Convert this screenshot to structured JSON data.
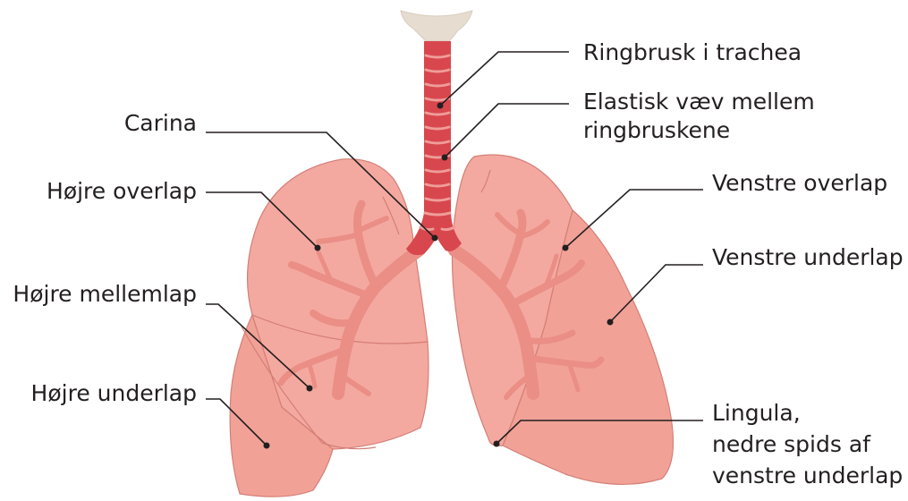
{
  "labels": {
    "ringbrusk": "Ringbrusk i trachea",
    "elastisk_1": "Elastisk væv mellem",
    "elastisk_2": "ringbruskene",
    "carina": "Carina",
    "hojre_overlap": "Højre overlap",
    "hojre_mellemlap": "Højre mellemlap",
    "hojre_underlap": "Højre underlap",
    "venstre_overlap": "Venstre overlap",
    "venstre_underlap": "Venstre underlap",
    "lingula_1": "Lingula,",
    "lingula_2": "nedre spids af",
    "lingula_3": "venstre underlap"
  },
  "colors": {
    "lung_fill": "#f4a9a0",
    "lung_lobe_alt": "#f2a197",
    "lung_outline": "#d37f76",
    "bronchi": "#ea8e86",
    "trachea": "#d8474d",
    "trachea_rings": "#ef9d9a",
    "larynx": "#e6dccf",
    "text": "#231f20"
  }
}
